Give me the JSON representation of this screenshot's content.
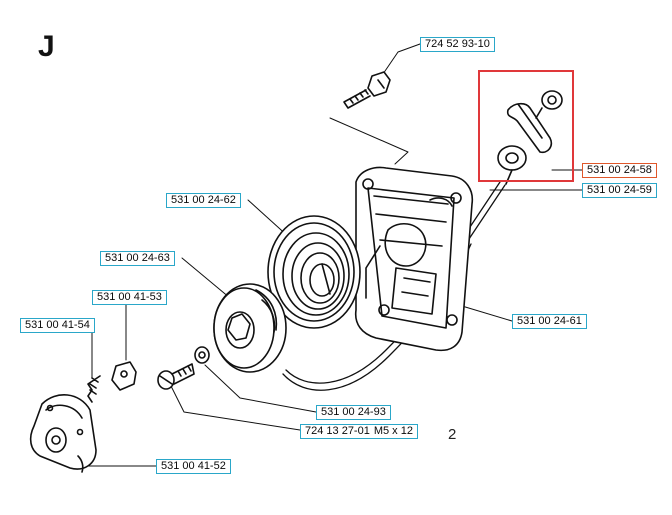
{
  "diagram": {
    "section_letter": "J",
    "page_number": "2",
    "highlight_color": "#e0383a",
    "callout_border_color": "#2aa7c9",
    "callouts": {
      "c1": {
        "part": "724 52 93-10"
      },
      "c2": {
        "part": "531 00 24-58"
      },
      "c3": {
        "part": "531 00 24-59"
      },
      "c4": {
        "part": "531 00 24-62"
      },
      "c5": {
        "part": "531 00 24-63"
      },
      "c6": {
        "part": "531 00 41-53"
      },
      "c7": {
        "part": "531 00 41-54"
      },
      "c8": {
        "part": "531 00 24-61"
      },
      "c9": {
        "part": "531 00 24-93"
      },
      "c10": {
        "part": "724 13 27-01",
        "suffix": "M5 x 12"
      },
      "c11": {
        "part": "531 00 41-52"
      }
    }
  }
}
